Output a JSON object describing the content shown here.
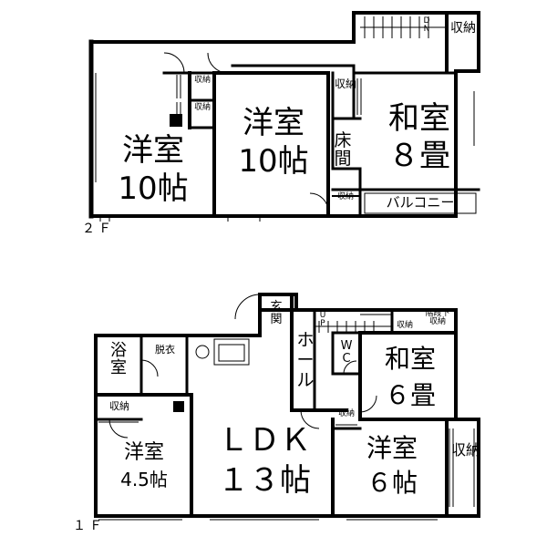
{
  "floor2": {
    "label": "２Ｆ",
    "western_room_left": {
      "name": "洋室",
      "size": "10帖"
    },
    "western_room_center": {
      "name": "洋室",
      "size": "10帖"
    },
    "japanese_room": {
      "name": "和室",
      "size": "８畳"
    },
    "storage": "収納",
    "tokonoma": "床\n間",
    "balcony": "バルコニー",
    "stairs_label": "D\nN"
  },
  "floor1": {
    "label": "１Ｆ",
    "ldk": {
      "name": "ＬＤＫ",
      "size": "１３帖"
    },
    "japanese_room": {
      "name": "和室",
      "size": "６畳"
    },
    "western_room_right": {
      "name": "洋室",
      "size": "６帖"
    },
    "western_room_left": {
      "name": "洋室",
      "size": "4.5帖"
    },
    "bath": "浴\n室",
    "washroom": "脱衣",
    "entrance": "玄\n関",
    "hall": "ホ\nー\nル",
    "wc": "W\nC",
    "storage": "収納",
    "under_stairs_storage": "階段下\n収納",
    "stairs_label": "U\nP"
  }
}
